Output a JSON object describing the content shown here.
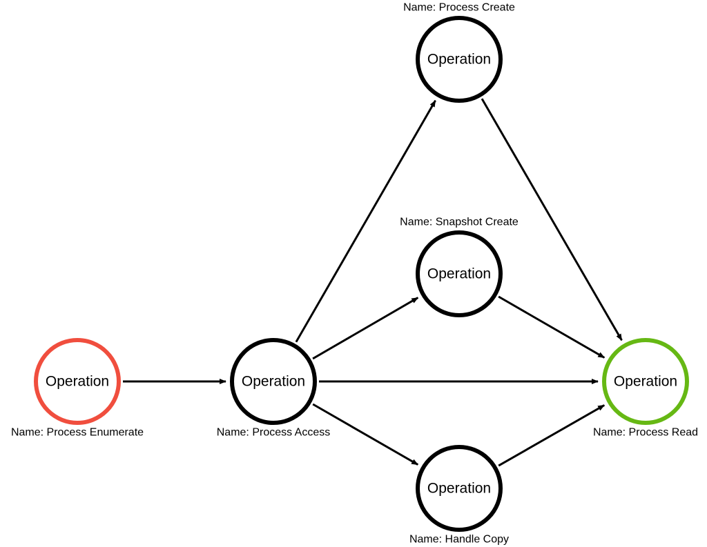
{
  "colors": {
    "default_stroke": "#000000",
    "start_stroke": "#f04e3e",
    "end_stroke": "#66b814"
  },
  "nodes": [
    {
      "id": "process-enumerate",
      "text": "Operation",
      "label": "Name: Process Enumerate",
      "role": "start"
    },
    {
      "id": "process-access",
      "text": "Operation",
      "label": "Name: Process Access",
      "role": "default"
    },
    {
      "id": "process-create",
      "text": "Operation",
      "label": "Name: Process Create",
      "role": "default"
    },
    {
      "id": "snapshot-create",
      "text": "Operation",
      "label": "Name: Snapshot Create",
      "role": "default"
    },
    {
      "id": "handle-copy",
      "text": "Operation",
      "label": "Name: Handle Copy",
      "role": "default"
    },
    {
      "id": "process-read",
      "text": "Operation",
      "label": "Name: Process Read",
      "role": "end"
    }
  ],
  "edges": [
    {
      "from": "process-enumerate",
      "to": "process-access"
    },
    {
      "from": "process-access",
      "to": "process-create"
    },
    {
      "from": "process-access",
      "to": "snapshot-create"
    },
    {
      "from": "process-access",
      "to": "process-read"
    },
    {
      "from": "process-access",
      "to": "handle-copy"
    },
    {
      "from": "process-create",
      "to": "process-read"
    },
    {
      "from": "snapshot-create",
      "to": "process-read"
    },
    {
      "from": "handle-copy",
      "to": "process-read"
    }
  ]
}
